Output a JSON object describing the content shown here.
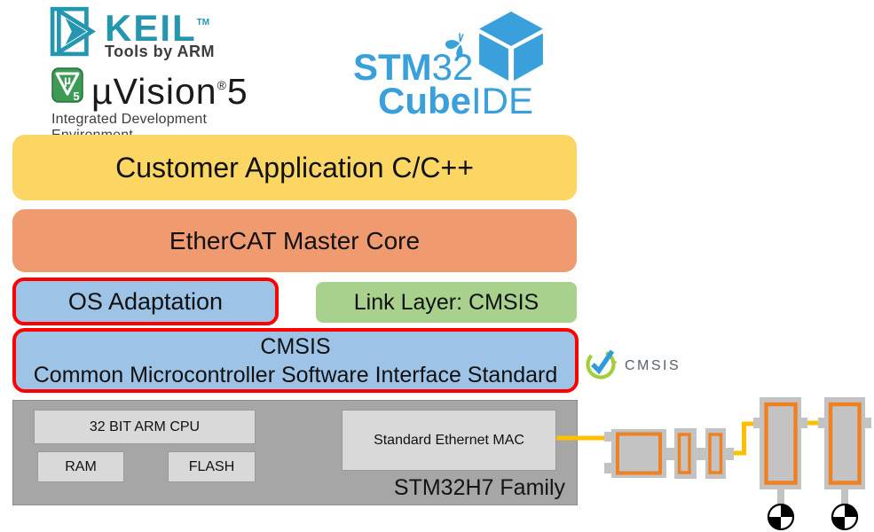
{
  "logos": {
    "keil": {
      "title": "KEIL",
      "trademark": "TM",
      "tagline": "Tools by ARM",
      "color": "#2496B0"
    },
    "uvision": {
      "icon_mu": "µ",
      "icon_version": "5",
      "title": "µVision",
      "registered": "®",
      "version": "5",
      "tagline": "Integrated Development Environment",
      "icon_color": "#3E9B55"
    },
    "stm32cubeide": {
      "stm": "STM",
      "num": "32",
      "cube": "Cube",
      "ide": "IDE",
      "color": "#39A0DC"
    },
    "cmsis_badge": {
      "label": "CMSIS",
      "circle_color": "#A4CE39",
      "check_color": "#2D9CDB"
    }
  },
  "stack": {
    "customer_app": {
      "label": "Customer Application C/C++",
      "color": "#FBD662"
    },
    "ethercat_core": {
      "label": "EtherCAT Master Core",
      "color": "#F09A70"
    },
    "os_adaptation": {
      "label": "OS Adaptation",
      "color": "#9DC3E6",
      "outline_color": "#FF0000"
    },
    "link_layer": {
      "label": "Link Layer: CMSIS",
      "color": "#A9D18E"
    },
    "cmsis": {
      "title": "CMSIS",
      "subtitle": "Common Microcontroller Software Interface Standard",
      "color": "#9DC3E6",
      "outline_color": "#FF0000"
    }
  },
  "hardware": {
    "family": "STM32H7 Family",
    "cpu": "32 BIT ARM CPU",
    "ram": "RAM",
    "flash": "FLASH",
    "mac": "Standard Ethernet MAC",
    "chip_color": "#A6A6A6",
    "block_color": "#D9D9D9"
  },
  "bus": {
    "wire_color": "#FFC000",
    "module_color": "#C3C3C3",
    "module_outline": "#EE8122"
  }
}
